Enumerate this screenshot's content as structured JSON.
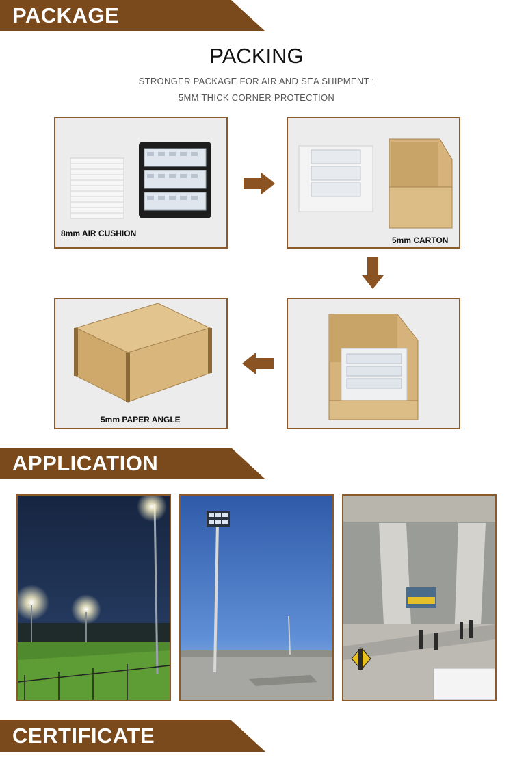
{
  "package": {
    "banner": "PACKAGE",
    "title": "PACKING",
    "subtitle_line1": "STRONGER PACKAGE FOR AIR AND SEA SHIPMENT :",
    "subtitle_line2": "5MM THICK CORNER PROTECTION",
    "steps": [
      {
        "label": "8mm AIR CUSHION"
      },
      {
        "label": "5mm CARTON"
      },
      {
        "label": ""
      },
      {
        "label": "5mm PAPER ANGLE"
      }
    ]
  },
  "application": {
    "banner": "APPLICATION"
  },
  "certificate": {
    "banner": "CERTIFICATE"
  },
  "colors": {
    "brand": "#7a4a1c",
    "arrow": "#8b5321",
    "cardboard": "#d6b37a"
  }
}
